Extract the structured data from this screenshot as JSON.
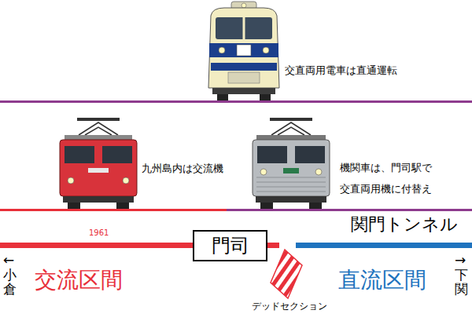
{
  "diagram": {
    "nodes": [
      {
        "text": [
          "門司"
        ]
      }
    ],
    "labels": [
      "交直両用電車は直通運転",
      "九州島内は交流機",
      "機関車は、門司駅で 交直両用機に付替え",
      "1961",
      "関門トンネル",
      "←小倉",
      "交流区間",
      "直流区間",
      "→下関",
      "デッドセクション"
    ]
  }
}
